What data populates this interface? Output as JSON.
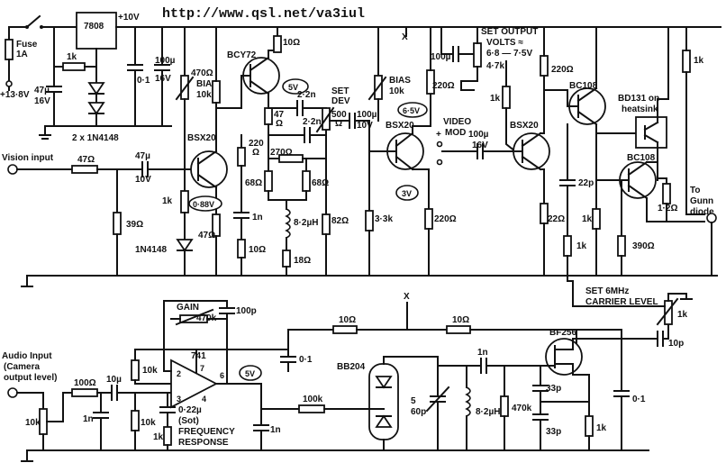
{
  "header": {
    "url": "http://www.qsl.net/va3iul"
  },
  "power": {
    "fuse_label": "Fuse",
    "fuse_value": "1A",
    "supply": "+13·8V",
    "regulator": "7808",
    "rail": "+10V",
    "diode_pair": "2 x 1N4148",
    "res_1k": "1k",
    "cap_47u": "47µ",
    "cap_47u_v": "16V",
    "cap_01": "0·1",
    "cap_100u": "100µ",
    "cap_100u_v": "16V"
  },
  "video": {
    "input_label": "Vision input",
    "r47": "47Ω",
    "c47u": "47µ",
    "c47u_v": "10V",
    "r39": "39Ω",
    "r1k_bias": "1k",
    "diode": "1N4148",
    "r470": "470Ω",
    "bias1": "BIAS",
    "bias1_val": "10k",
    "q1": "BSX20",
    "q1_v": "0·88V",
    "r47_e": "47Ω",
    "q2": "BCY72",
    "q2_v": "5V",
    "r10_top": "10Ω",
    "r47_q2": "47",
    "r47_q2u": "Ω",
    "c2n2a": "2·2n",
    "c2n2b": "2·2n",
    "r220": "220",
    "r220u": "Ω",
    "r270": "270Ω",
    "r68a": "68Ω",
    "r68b": "68Ω",
    "l82": "8·2µH",
    "r18": "18Ω",
    "c1n": "1n",
    "r10_bot": "10Ω",
    "set_dev": "SET",
    "set_dev2": "DEV",
    "pot500": "500",
    "pot500u": "Ω",
    "r82": "82Ω",
    "c100u10": "100µ",
    "c100u10_v": "10V",
    "q3": "BSX20",
    "q3_v_top": "6·5V",
    "q3_v_bot": "3V",
    "bias2": "BIAS",
    "bias2_val": "10k",
    "r220b": "220Ω",
    "r3k3": "3·3k",
    "r220c": "220Ω",
    "c100u_b": "100µ",
    "video_mod": "VIDEO",
    "video_mod2": "MOD",
    "c100u16": "100µ",
    "c100u16_v": "16V",
    "q4": "BSX20",
    "r1k_q4": "1k",
    "r22": "22Ω",
    "set_out": "SET OUTPUT",
    "set_out2": "VOLTS ≈",
    "set_out3": "6·8 — 7·5V",
    "pot4k7": "4·7k",
    "r220d": "220Ω",
    "q5": "BC108",
    "q6": "BD131 on",
    "q6b": "heatsink",
    "q7": "BC108",
    "c22p": "22p",
    "r1k_a": "1k",
    "r1k_b": "1k",
    "r1r2": "1·2Ω",
    "r390": "390Ω",
    "r1k_top": "1k",
    "gunn": "To",
    "gunn2": "Gunn",
    "gunn3": "diode",
    "x_mark": "X",
    "plus": "+"
  },
  "audio": {
    "input_label": "Audio Input",
    "input_label2": "(Camera",
    "input_label3": "output level)",
    "r10k_in": "10k",
    "r100": "100Ω",
    "c10u": "10µ",
    "c1n_in": "1n",
    "r10k_b": "10k",
    "r10k_c": "10k",
    "opamp": "741",
    "pin2": "2",
    "pin3": "3",
    "pin4": "4",
    "pin6": "6",
    "pin7": "7",
    "gain": "GAIN",
    "gain_val": "470k",
    "c100p": "100p",
    "c022": "0·22µ",
    "sot": "(Sot)",
    "freq": "FREQUENCY",
    "resp": "RESPONSE",
    "r1k_fr": "1k",
    "out_v": "5V",
    "r100k": "100k",
    "c1n_out": "1n",
    "r10a": "10Ω",
    "r10b": "10Ω",
    "c01": "0·1",
    "varicap": "BB204",
    "trim": "5",
    "trim2": "60p",
    "c1n_t": "1n",
    "l82": "8·2µH",
    "r470k": "470k",
    "fet": "BF256",
    "c33a": "33p",
    "c33b": "33p",
    "r1k_s": "1k",
    "c01b": "0·1",
    "c10p": "10p",
    "pot1k": "1k",
    "set6": "SET 6MHz",
    "set6b": "CARRIER LEVEL",
    "x_mark": "X"
  }
}
